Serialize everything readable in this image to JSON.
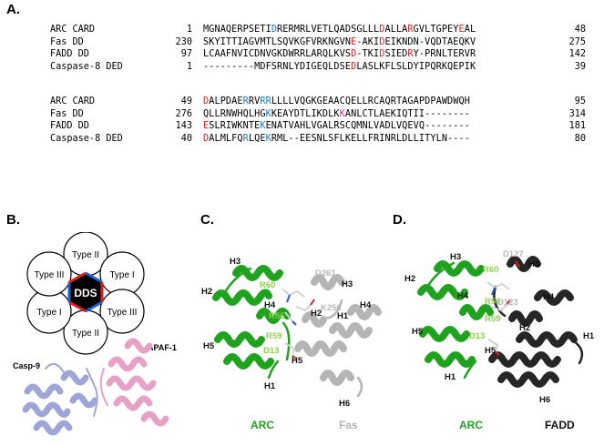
{
  "panels": {
    "a": "A.",
    "b": "B.",
    "c": "C.",
    "d": "D."
  },
  "alignment": {
    "block1": [
      {
        "name": "ARC CARD",
        "start": "1",
        "end": "48",
        "segments": [
          [
            "MGNAQERPSETI",
            ""
          ],
          [
            "D",
            "b"
          ],
          [
            "RERMRLVETLQADSGLLL",
            ""
          ],
          [
            "D",
            "r"
          ],
          [
            "ALLA",
            ""
          ],
          [
            "R",
            "r"
          ],
          [
            "GVLTGPEY",
            ""
          ],
          [
            "E",
            "r"
          ],
          [
            "AL",
            ""
          ]
        ]
      },
      {
        "name": "Fas DD",
        "start": "230",
        "end": "275",
        "segments": [
          [
            "SKYITTIAGVMTLSQVKGFVRKNGVN",
            ""
          ],
          [
            "E",
            "r"
          ],
          [
            "-AKI",
            ""
          ],
          [
            "D",
            "r"
          ],
          [
            "EIKNDN-VQDTAEQKV",
            ""
          ]
        ]
      },
      {
        "name": "FADD DD",
        "start": "97",
        "end": "142",
        "segments": [
          [
            "LCAAFNVICDNVGKDWRRLARQLKVS",
            ""
          ],
          [
            "D",
            "r"
          ],
          [
            "-TKI",
            ""
          ],
          [
            "D",
            "r"
          ],
          [
            "SIED",
            ""
          ],
          [
            "R",
            "r"
          ],
          [
            "Y-PRNLTERVR",
            ""
          ]
        ]
      },
      {
        "name": "Caspase-8 DED",
        "start": "1",
        "end": "39",
        "segments": [
          [
            "---------MDFSRNLYDIGEQLDSE",
            ""
          ],
          [
            "D",
            "r"
          ],
          [
            "LASLKFLSLDYIPQRKQEPIK",
            ""
          ]
        ]
      }
    ],
    "block2": [
      {
        "name": "ARC CARD",
        "start": "49",
        "end": "95",
        "segments": [
          [
            "D",
            "r"
          ],
          [
            "ALPDAE",
            ""
          ],
          [
            "R",
            "b"
          ],
          [
            "RV",
            ""
          ],
          [
            "RR",
            "b"
          ],
          [
            "LLLLVQGKGEAACQELLRCAQRTAGAPDPAWDWQH",
            ""
          ]
        ]
      },
      {
        "name": "Fas DD",
        "start": "276",
        "end": "314",
        "segments": [
          [
            "QLLRNWHQLHG",
            ""
          ],
          [
            "K",
            "b"
          ],
          [
            "KEAYDTLIKDLK",
            ""
          ],
          [
            "K",
            "m"
          ],
          [
            "ANLCTLAEKIQTII--------",
            ""
          ]
        ]
      },
      {
        "name": "FADD DD",
        "start": "143",
        "end": "181",
        "segments": [
          [
            "E",
            "r"
          ],
          [
            "SLRIWKNTE",
            ""
          ],
          [
            "K",
            "b"
          ],
          [
            "ENATVAHLVGALRSCQMNLVADLVQEVQ--------",
            ""
          ]
        ]
      },
      {
        "name": "Caspase-8 DED",
        "start": "40",
        "end": "80",
        "segments": [
          [
            "D",
            "r"
          ],
          [
            "ALMLFQ",
            ""
          ],
          [
            "R",
            "b"
          ],
          [
            "LQE",
            ""
          ],
          [
            "K",
            "b"
          ],
          [
            "RML--EESNLSFLKELLFRINRLDLLITYLN----",
            ""
          ]
        ]
      }
    ]
  },
  "panel_b": {
    "center": "DDS",
    "types": [
      "Type II",
      "Type I",
      "Type III",
      "Type II",
      "Type I",
      "Type III"
    ],
    "casp9": "Casp-9",
    "apaf1": "APAF-1"
  },
  "panel_c": {
    "helices_arc": [
      "H1",
      "H2",
      "H3",
      "H4",
      "H5"
    ],
    "helices_fas": [
      "H1",
      "H2",
      "H3",
      "H4",
      "H5",
      "H6"
    ],
    "residues_arc": [
      "R60",
      "R56",
      "R59",
      "D13"
    ],
    "residues_fas": [
      "D261",
      "K256"
    ],
    "caption_left": "ARC",
    "caption_right": "Fas"
  },
  "panel_d": {
    "helices_arc": [
      "H1",
      "H2",
      "H3",
      "H4",
      "H5"
    ],
    "helices_fadd": [
      "H1",
      "H2",
      "H3",
      "H4",
      "H5",
      "H6"
    ],
    "residues_arc": [
      "R60",
      "R56",
      "R59",
      "D13"
    ],
    "residues_fadd": [
      "D127",
      "D123"
    ],
    "caption_left": "ARC",
    "caption_right": "FADD"
  },
  "colors": {
    "arc_green": "#1fa31f",
    "fas_gray": "#b5b5b5",
    "fadd_dark": "#262626",
    "casp9": "#9ea6d8",
    "apaf1": "#e8a1c6",
    "residue_red": "#e0201e",
    "residue_blue": "#1f77c8",
    "residue_magenta": "#e020c8"
  }
}
